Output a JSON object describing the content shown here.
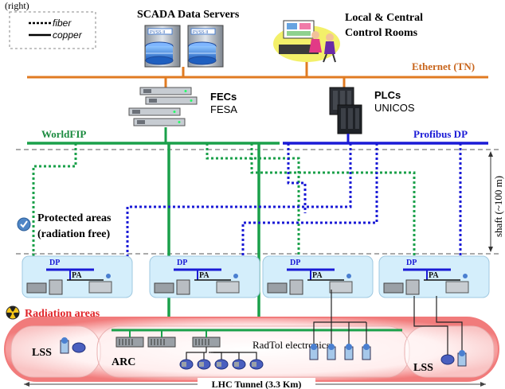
{
  "header_fragment": "(right)",
  "legend": {
    "fiber": "fiber",
    "copper": "copper"
  },
  "servers": {
    "title": "SCADA Data Servers",
    "badge": "PVSS II"
  },
  "control_rooms": {
    "line1": "Local & Central",
    "line2": "Control Rooms"
  },
  "networks": {
    "ethernet": "Ethernet (TN)",
    "worldfip": "WorldFIP",
    "profibus": "Profibus DP"
  },
  "fec": {
    "line1": "FECs",
    "line2": "FESA"
  },
  "plc": {
    "line1": "PLCs",
    "line2": "UNICOS"
  },
  "shaft": "shaft (~100 m)",
  "protected": {
    "line1": "Protected areas",
    "line2": "(radiation free)"
  },
  "boxes": {
    "dp": "DP",
    "pa": "PA"
  },
  "radiation": {
    "label": "Radiation areas"
  },
  "tunnel": {
    "lss_left": "LSS",
    "arc": "ARC",
    "radtol": "RadTol electronics",
    "lss_right": "LSS",
    "caption": "LHC Tunnel (3.3 Km)"
  },
  "colors": {
    "ethernet": "#e07b22",
    "worldfip": "#1aa04a",
    "profibus": "#1a1ad6",
    "box_fill": "#d4eefb",
    "radiation": "#e0262b"
  }
}
